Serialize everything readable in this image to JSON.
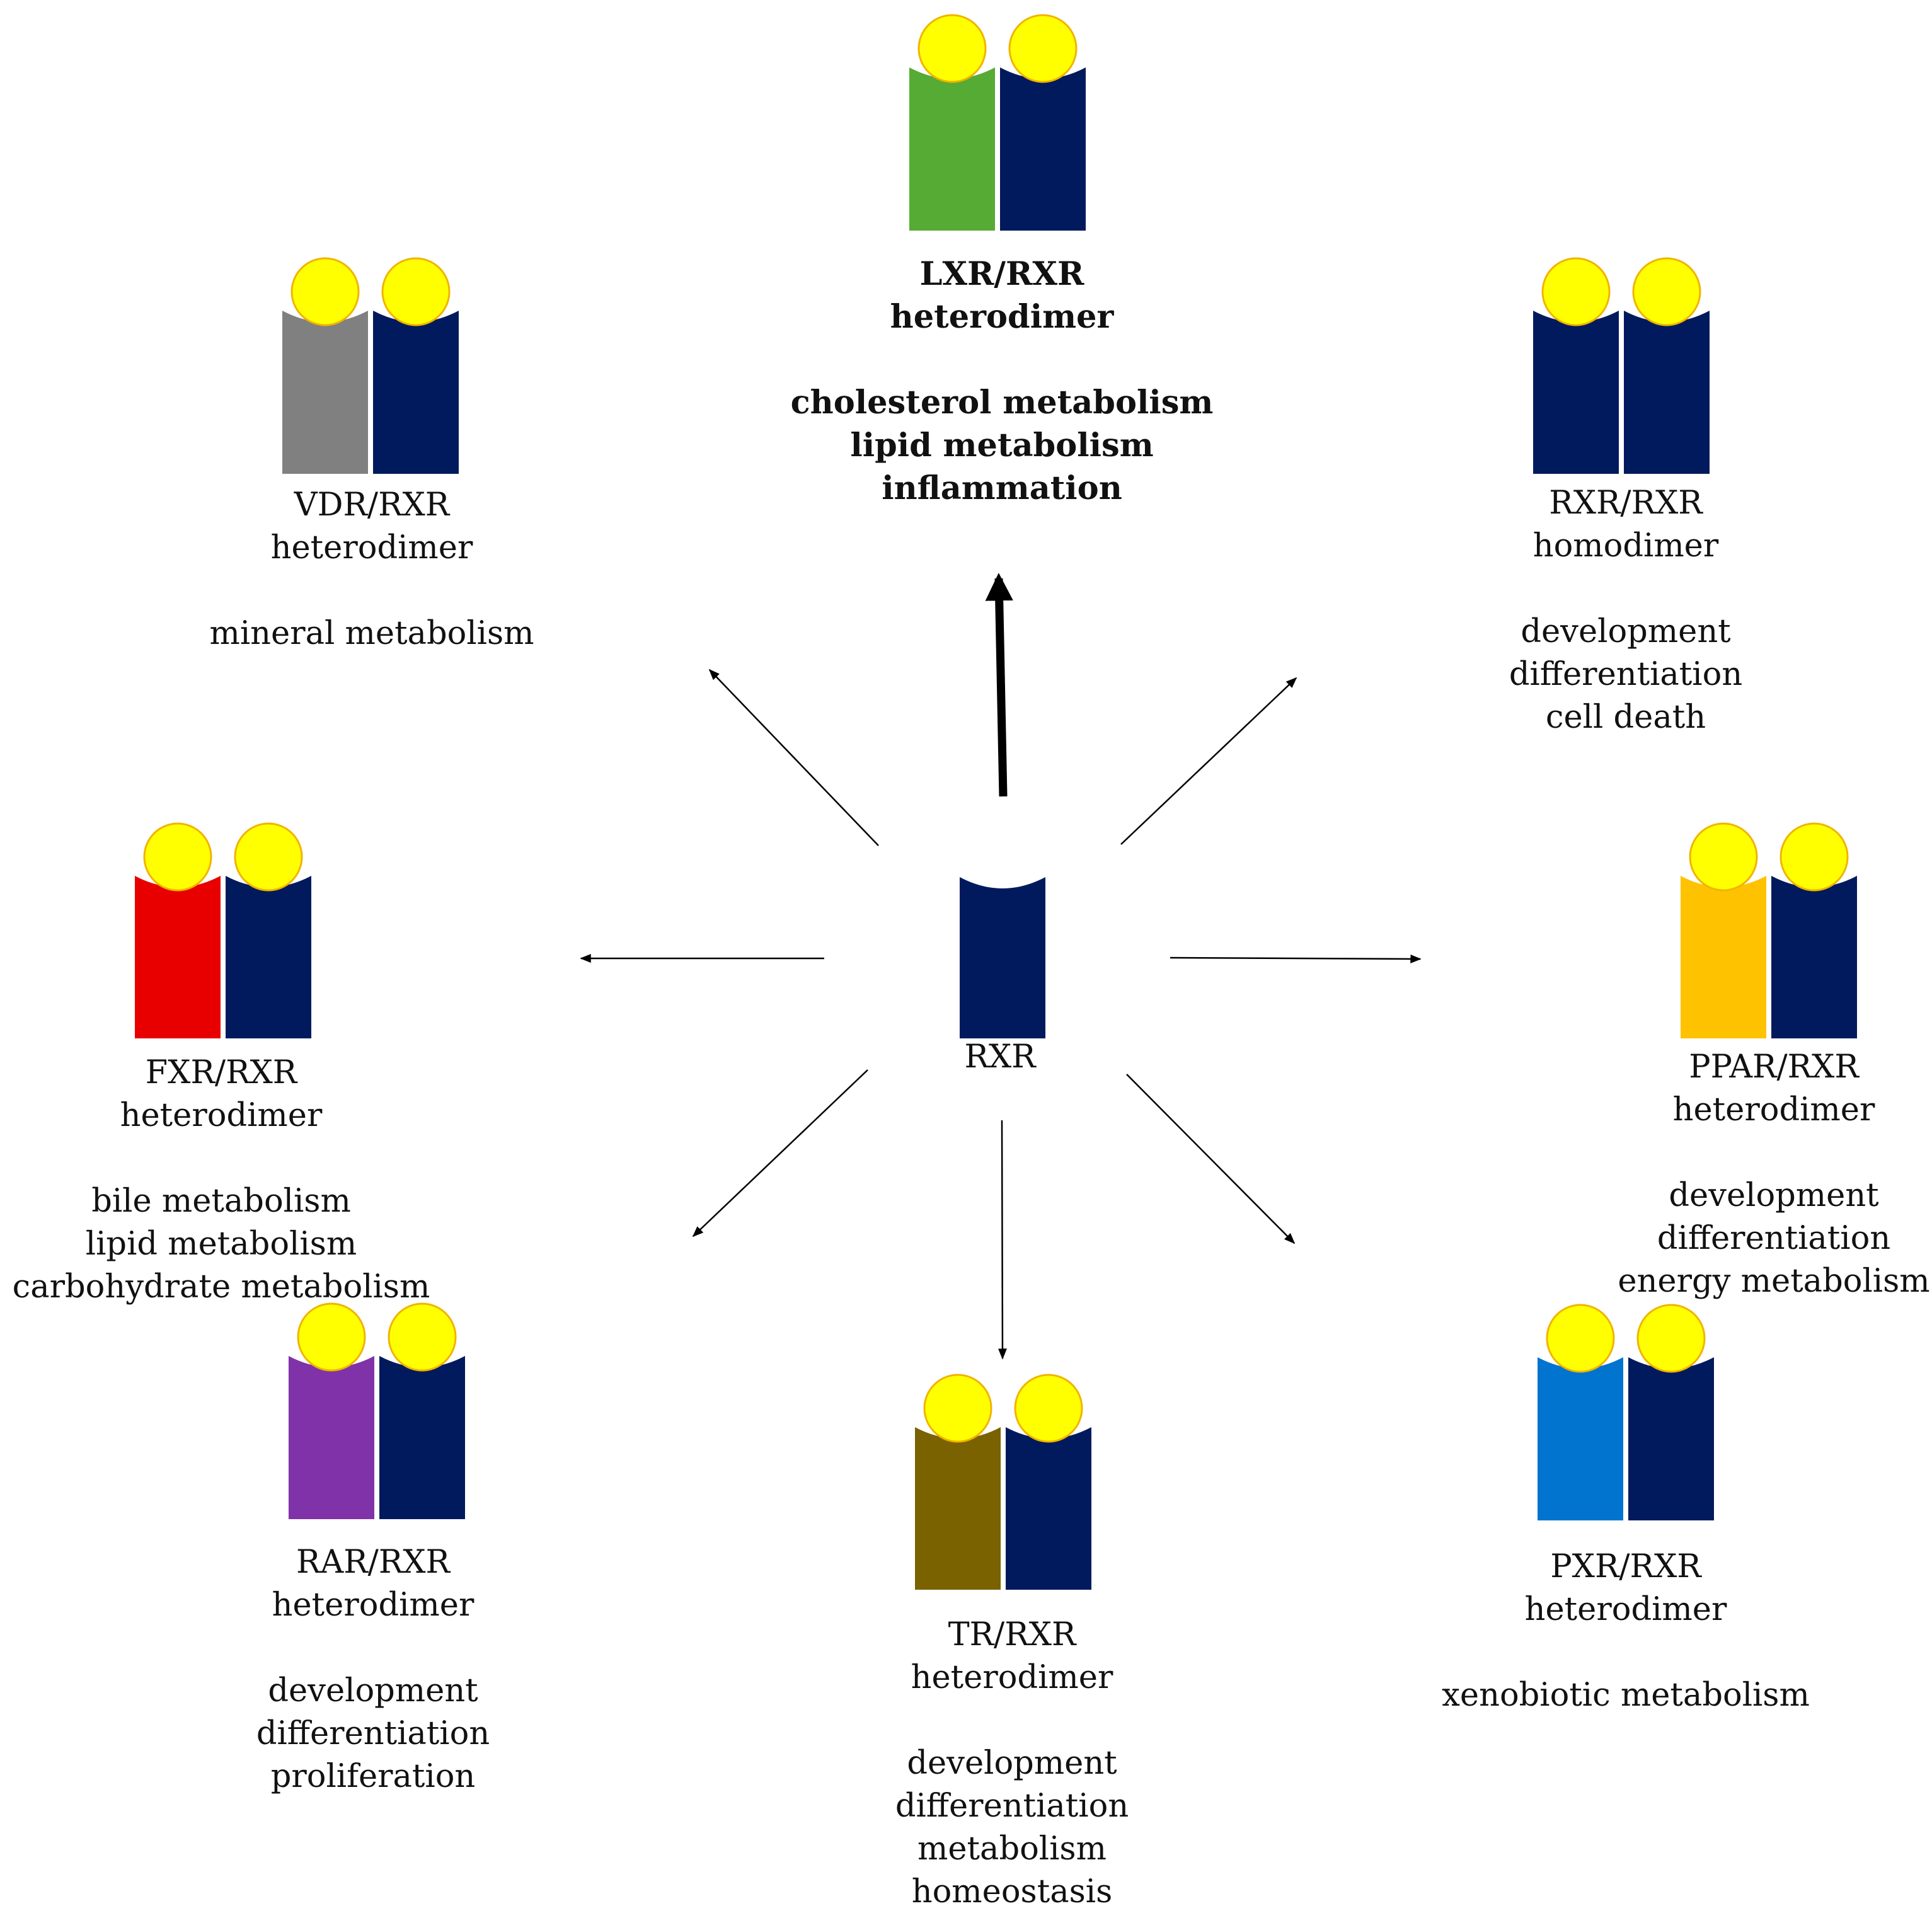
{
  "colors": {
    "ligand": "#ffff00",
    "ligand_outline": "#f0b400",
    "rxr": "#011a5e",
    "arrow": "#000000"
  },
  "center": {
    "label": "RXR",
    "color": "#011a5e"
  },
  "complexes": [
    {
      "id": "lxr",
      "emphasized": true,
      "partner_color": "#56ab34",
      "name": "LXR/RXR",
      "type": "heterodimer",
      "functions": [
        "cholesterol metabolism",
        "lipid metabolism",
        "inflammation"
      ]
    },
    {
      "id": "rxr-homo",
      "emphasized": false,
      "partner_color": "#011a5e",
      "name": "RXR/RXR",
      "type": "homodimer",
      "functions": [
        "development",
        "differentiation",
        "cell death"
      ]
    },
    {
      "id": "ppar",
      "emphasized": false,
      "partner_color": "#ffc200",
      "name": "PPAR/RXR",
      "type": "heterodimer",
      "functions": [
        "development",
        "differentiation",
        "energy metabolism"
      ]
    },
    {
      "id": "pxr",
      "emphasized": false,
      "partner_color": "#0074cf",
      "name": "PXR/RXR",
      "type": "heterodimer",
      "functions": [
        "xenobiotic metabolism"
      ]
    },
    {
      "id": "tr",
      "emphasized": false,
      "partner_color": "#7a6200",
      "name": "TR/RXR",
      "type": "heterodimer",
      "functions": [
        "development",
        "differentiation",
        "metabolism",
        "homeostasis"
      ]
    },
    {
      "id": "rar",
      "emphasized": false,
      "partner_color": "#8032a8",
      "name": "RAR/RXR",
      "type": "heterodimer",
      "functions": [
        "development",
        "differentiation",
        "proliferation"
      ]
    },
    {
      "id": "fxr",
      "emphasized": false,
      "partner_color": "#e80000",
      "name": "FXR/RXR",
      "type": "heterodimer",
      "functions": [
        "bile metabolism",
        "lipid metabolism",
        "carbohydrate metabolism"
      ]
    },
    {
      "id": "vdr",
      "emphasized": false,
      "partner_color": "#808080",
      "name": "VDR/RXR",
      "type": "heterodimer",
      "functions": [
        "mineral metabolism"
      ]
    }
  ]
}
